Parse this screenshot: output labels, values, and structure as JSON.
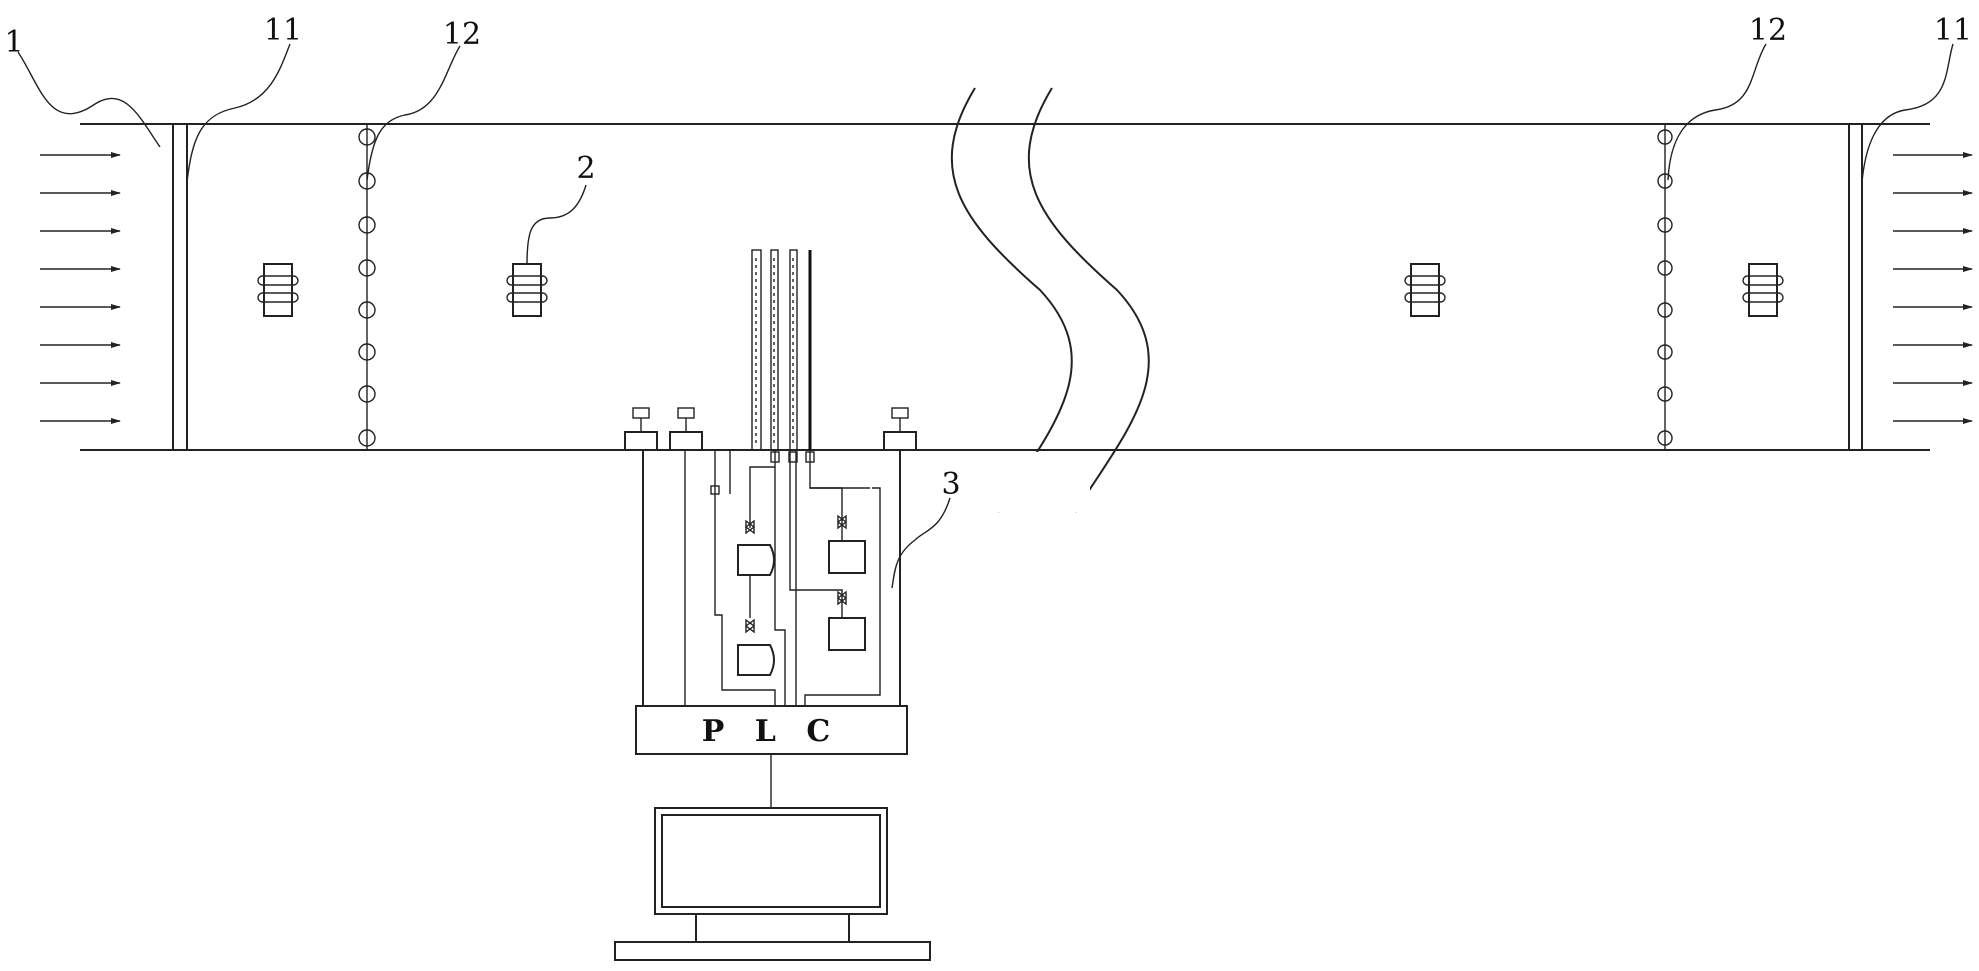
{
  "labels": {
    "tunnel": "1",
    "door_left": "11",
    "door_right": "11",
    "sensor_line_left": "12",
    "sensor_line_right": "12",
    "fan": "2",
    "cabinet": "3"
  },
  "plc_label": "P L C",
  "colors": {
    "line": "#222222",
    "background": "#ffffff"
  }
}
